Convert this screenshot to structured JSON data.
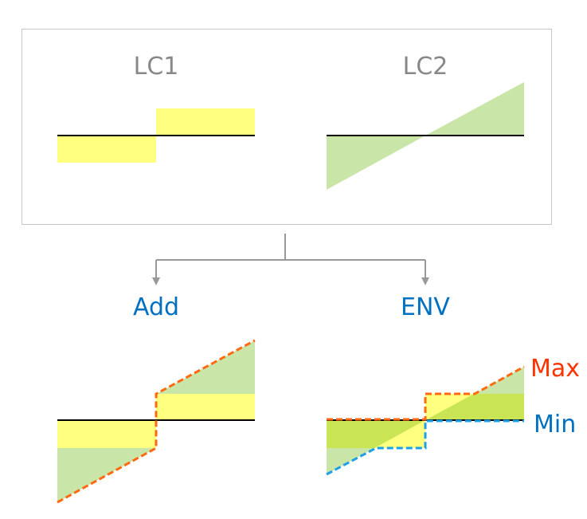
{
  "load_cases": {
    "lc1": "LC1",
    "lc2": "LC2"
  },
  "results": {
    "add": "Add",
    "env": "ENV"
  },
  "envelope_labels": {
    "max": "Max",
    "min": "Min"
  },
  "colors": {
    "yellow_fill": "#ffff80",
    "green_fill": "#c9e5a8",
    "max_line": "#ff6a10",
    "min_line": "#1ea0e6",
    "title_gray": "#888888",
    "title_blue": "#0070c0",
    "max_label": "#ff3300"
  }
}
